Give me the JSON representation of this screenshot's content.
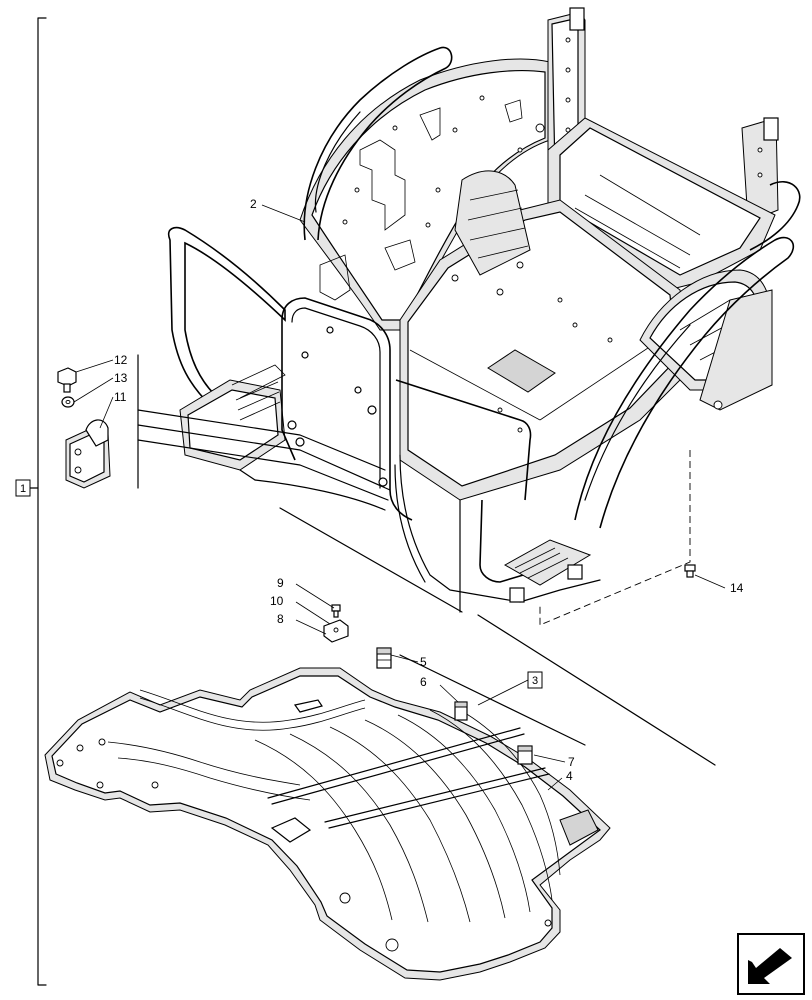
{
  "callouts": {
    "c1": "1",
    "c2": "2",
    "c3": "3",
    "c4": "4",
    "c5": "5",
    "c6": "6",
    "c7": "7",
    "c8": "8",
    "c9": "9",
    "c10": "10",
    "c11": "11",
    "c12": "12",
    "c13": "13",
    "c14": "14"
  },
  "nav_icon": "arrow-next-page-icon"
}
